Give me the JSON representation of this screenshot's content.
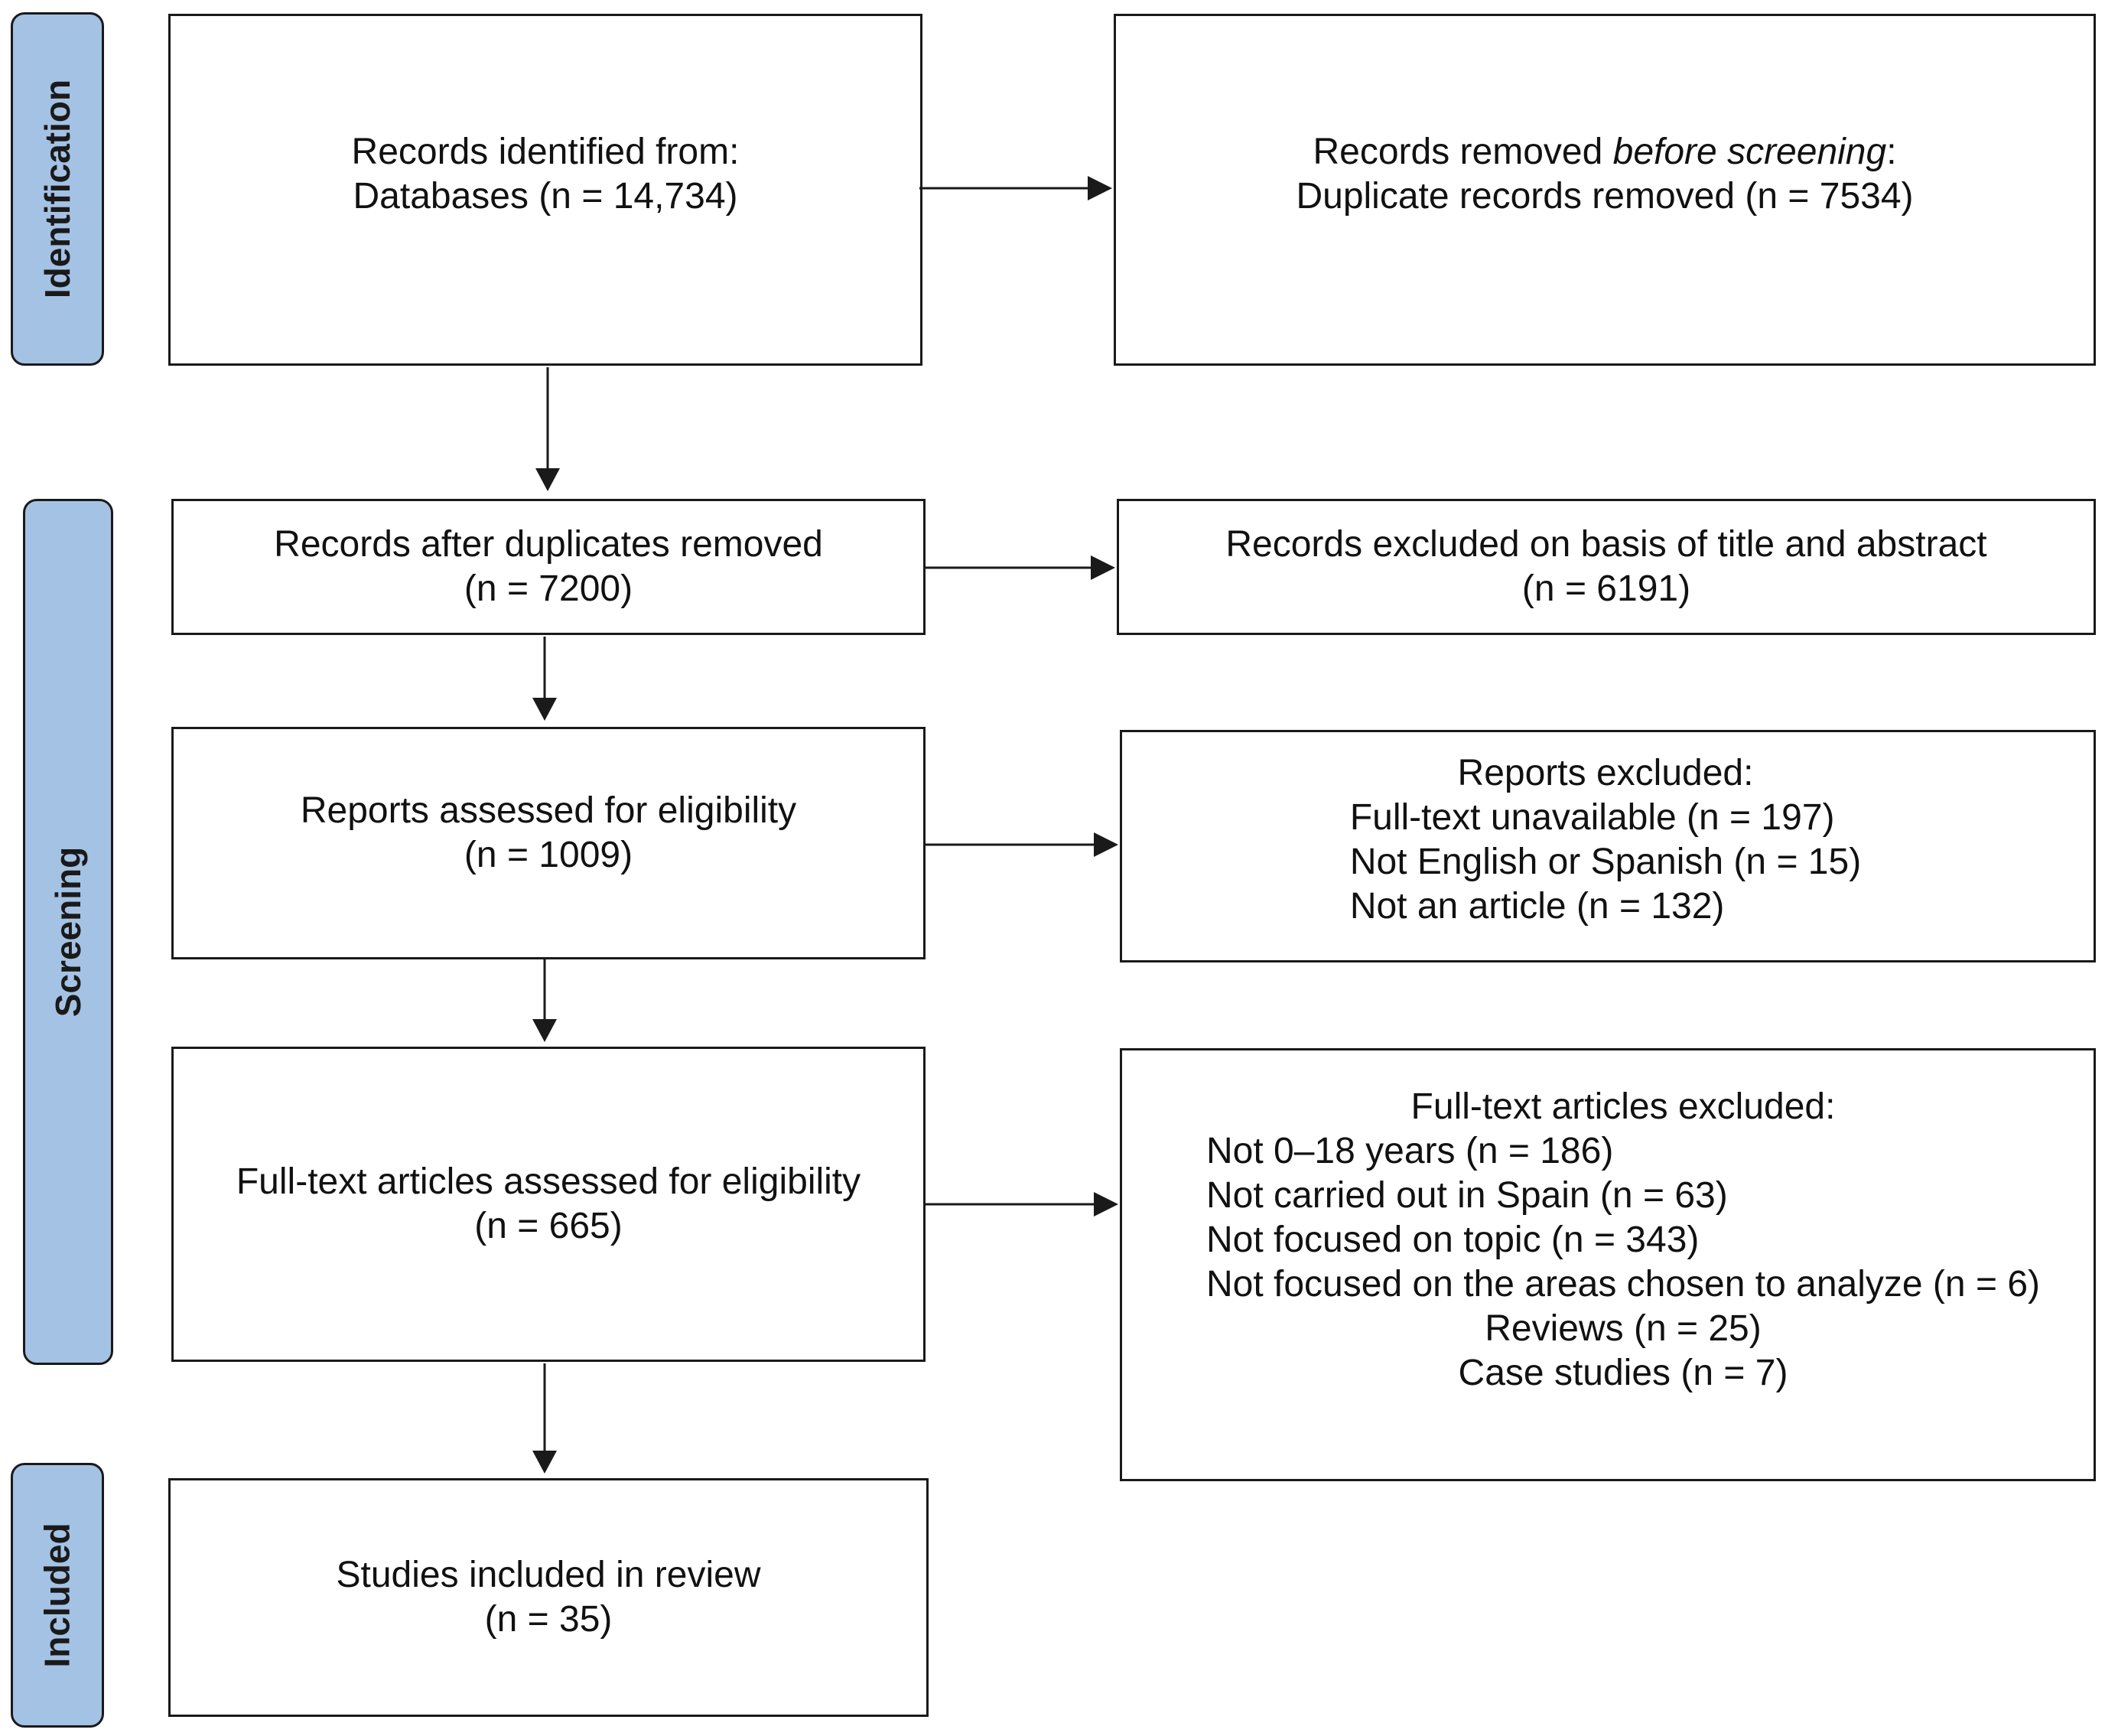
{
  "stages": {
    "identification": "Identification",
    "screening": "Screening",
    "included": "Included"
  },
  "boxes": {
    "identified": {
      "line1": "Records identified from:",
      "line2": "Databases (n = 14,734)"
    },
    "removed_before": {
      "line1_prefix": "Records removed ",
      "line1_italic": "before screening",
      "line1_suffix": ":",
      "line2": "Duplicate records removed (n = 7534)"
    },
    "after_duplicates": {
      "line1": "Records after duplicates removed",
      "line2": "(n = 7200)"
    },
    "excluded_title_abstract": {
      "line1": "Records excluded on basis of title and abstract",
      "line2": "(n = 6191)"
    },
    "reports_assessed": {
      "line1": "Reports assessed for eligibility",
      "line2": "(n = 1009)"
    },
    "reports_excluded": {
      "heading": "Reports excluded:",
      "items": [
        "Full-text unavailable (n = 197)",
        "Not English or Spanish (n = 15)",
        "Not an article (n = 132)"
      ]
    },
    "fulltext_assessed": {
      "line1": "Full-text articles assessed for eligibility",
      "line2": "(n = 665)"
    },
    "fulltext_excluded": {
      "heading": "Full-text articles excluded:",
      "items": [
        "Not 0–18 years (n = 186)",
        "Not carried out in Spain (n = 63)",
        "Not focused on topic (n = 343)",
        "Not focused on the areas chosen to analyze (n = 6)"
      ],
      "centered_items": [
        "Reviews (n = 25)",
        "Case studies (n = 7)"
      ]
    },
    "included": {
      "line1": "Studies included in review",
      "line2": "(n = 35)"
    }
  },
  "colors": {
    "stage_fill": "#a4c2e4",
    "stroke": "#1a1a1a"
  }
}
